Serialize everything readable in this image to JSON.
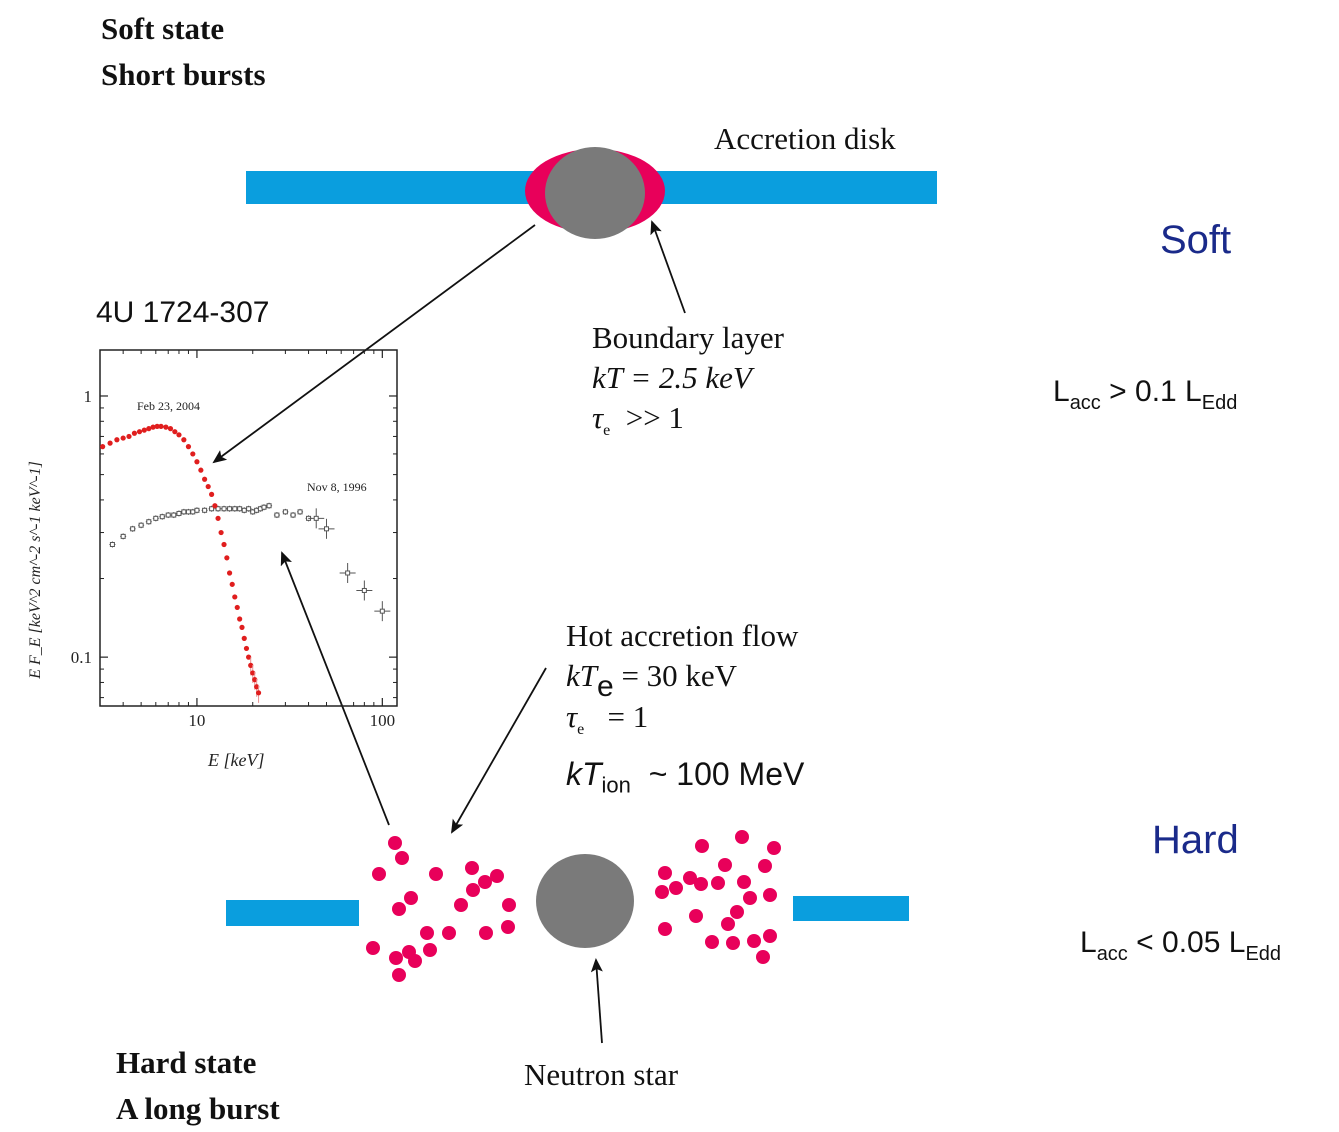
{
  "soft_state": {
    "title": "Soft state",
    "subtitle": "Short bursts"
  },
  "hard_state": {
    "title": "Hard state",
    "subtitle": "A long burst"
  },
  "accretion_disk_label": "Accretion disk",
  "boundary_layer": {
    "label": "Boundary layer",
    "kt_line": "kT = 2.5  keV",
    "tau_line": ">>  1"
  },
  "hot_flow": {
    "label": "Hot accretion flow",
    "kte_value": "=  30  keV",
    "tau_value": "=  1",
    "kt_ion_value": "~ 100 MeV"
  },
  "neutron_star_label": "Neutron star",
  "source_name": "4U 1724-307",
  "soft_side": {
    "label": "Soft",
    "luminosity": "> 0.1"
  },
  "hard_side": {
    "label": "Hard",
    "luminosity": "< 0.05"
  },
  "colors": {
    "disk": "#0a9ede",
    "boundary": "#e8005a",
    "star": "#7a7a7a",
    "soft_points": "#e01e1e",
    "hard_points": "#555555"
  },
  "chart_data": {
    "type": "scatter",
    "title": "",
    "xlabel": "E  [keV]",
    "ylabel": "E F_E  [keV^2 cm^-2 s^-1 keV^-1]",
    "xscale": "log",
    "yscale": "log",
    "xlim": [
      3.0,
      120
    ],
    "ylim": [
      0.065,
      1.5
    ],
    "xticks": [
      10,
      100
    ],
    "yticks": [
      0.1,
      1
    ],
    "grid": false,
    "series": [
      {
        "name": "Feb 23, 2004",
        "x": [
          3.1,
          3.4,
          3.7,
          4.0,
          4.3,
          4.6,
          4.9,
          5.2,
          5.5,
          5.8,
          6.1,
          6.4,
          6.8,
          7.2,
          7.6,
          8.0,
          8.5,
          9.0,
          9.5,
          10.0,
          10.5,
          11.0,
          11.5,
          12.0,
          12.5,
          13.0,
          13.5,
          14.0,
          14.5,
          15.0,
          15.5,
          16.0,
          16.5,
          17.0,
          17.5,
          18.0,
          18.5,
          19.0,
          19.5,
          20.0,
          20.5,
          21.0,
          21.5
        ],
        "y": [
          0.64,
          0.66,
          0.68,
          0.69,
          0.7,
          0.72,
          0.73,
          0.74,
          0.75,
          0.76,
          0.765,
          0.765,
          0.76,
          0.75,
          0.73,
          0.71,
          0.68,
          0.64,
          0.6,
          0.56,
          0.52,
          0.48,
          0.45,
          0.42,
          0.38,
          0.34,
          0.3,
          0.27,
          0.24,
          0.21,
          0.19,
          0.17,
          0.155,
          0.14,
          0.13,
          0.118,
          0.108,
          0.1,
          0.093,
          0.087,
          0.082,
          0.077,
          0.073
        ]
      },
      {
        "name": "Nov 8, 1996",
        "x": [
          3.5,
          4.0,
          4.5,
          5.0,
          5.5,
          6.0,
          6.5,
          7.0,
          7.5,
          8.0,
          8.5,
          9.0,
          9.5,
          10.0,
          11.0,
          12.0,
          13.0,
          14.0,
          15.0,
          16.0,
          17.0,
          18.0,
          19.0,
          20.0,
          21.0,
          22.0,
          23.0,
          24.5,
          27,
          30,
          33,
          36,
          40,
          44,
          50,
          65,
          80,
          100
        ],
        "y": [
          0.27,
          0.29,
          0.31,
          0.32,
          0.33,
          0.34,
          0.345,
          0.35,
          0.35,
          0.355,
          0.36,
          0.36,
          0.36,
          0.365,
          0.365,
          0.37,
          0.37,
          0.37,
          0.37,
          0.37,
          0.37,
          0.365,
          0.37,
          0.36,
          0.365,
          0.37,
          0.375,
          0.38,
          0.35,
          0.36,
          0.35,
          0.36,
          0.34,
          0.34,
          0.31,
          0.21,
          0.18,
          0.15
        ]
      }
    ]
  }
}
